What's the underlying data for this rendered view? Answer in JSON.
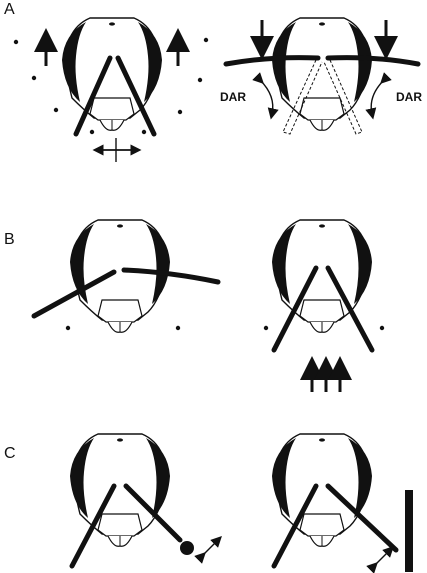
{
  "panels": [
    {
      "label": "A"
    },
    {
      "label": "B"
    },
    {
      "label": "C"
    }
  ],
  "annotations": {
    "dar_left": "DAR",
    "dar_right": "DAR"
  },
  "colors": {
    "ink": "#111111",
    "face_fill": "#ffffff",
    "background": "#ffffff"
  }
}
